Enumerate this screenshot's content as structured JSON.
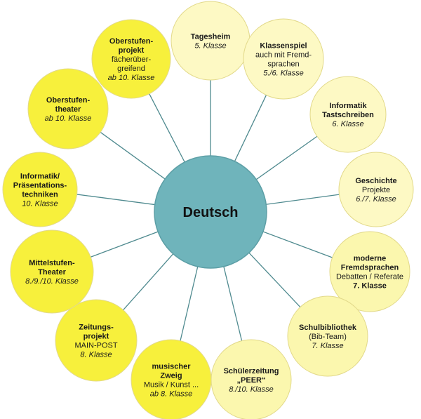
{
  "center": {
    "label": "Deutsch",
    "color": "#6fb4bb"
  },
  "colors": {
    "yellow": "#f7f03c",
    "light_yellow": "#fbf7ae",
    "pale_yellow": "#fdf9c4",
    "connector": "#4f8a8f"
  },
  "nodes": [
    {
      "id": "tagesheim",
      "lines": [
        {
          "t": "Tagesheim",
          "s": "b"
        },
        {
          "t": "5. Klasse",
          "s": "i"
        }
      ]
    },
    {
      "id": "klassenspiel",
      "lines": [
        {
          "t": "Klassenspiel",
          "s": "b"
        },
        {
          "t": "auch mit Fremd-",
          "s": "n"
        },
        {
          "t": "sprachen",
          "s": "n"
        },
        {
          "t": "5./6. Klasse",
          "s": "i"
        }
      ]
    },
    {
      "id": "informatik-tastschreiben",
      "lines": [
        {
          "t": "Informatik",
          "s": "b"
        },
        {
          "t": "Tastschreiben",
          "s": "b"
        },
        {
          "t": "6. Klasse",
          "s": "i"
        }
      ]
    },
    {
      "id": "geschichte",
      "lines": [
        {
          "t": "Geschichte",
          "s": "b"
        },
        {
          "t": "Projekte",
          "s": "n"
        },
        {
          "t": "6./7. Klasse",
          "s": "i"
        }
      ]
    },
    {
      "id": "moderne-fremdsprachen",
      "lines": [
        {
          "t": "moderne",
          "s": "b"
        },
        {
          "t": "Fremdsprachen",
          "s": "b"
        },
        {
          "t": "Debatten / Referate",
          "s": "n"
        },
        {
          "t": "7. Klasse",
          "s": "b"
        }
      ]
    },
    {
      "id": "schulbibliothek",
      "lines": [
        {
          "t": "Schulbibliothek",
          "s": "b"
        },
        {
          "t": "(Bib-Team)",
          "s": "n"
        },
        {
          "t": "7. Klasse",
          "s": "i"
        }
      ]
    },
    {
      "id": "schuelerzeitung",
      "lines": [
        {
          "t": "Schülerzeitung",
          "s": "b"
        },
        {
          "t": "„PEER“",
          "s": "b"
        },
        {
          "t": "8./10. Klasse",
          "s": "i"
        }
      ]
    },
    {
      "id": "musischer-zweig",
      "lines": [
        {
          "t": "musischer",
          "s": "b"
        },
        {
          "t": "Zweig",
          "s": "b"
        },
        {
          "t": "Musik / Kunst ...",
          "s": "n"
        },
        {
          "t": "ab 8. Klasse",
          "s": "i"
        }
      ]
    },
    {
      "id": "zeitungsprojekt",
      "lines": [
        {
          "t": "Zeitungs-",
          "s": "b"
        },
        {
          "t": "projekt",
          "s": "b"
        },
        {
          "t": "MAIN-POST",
          "s": "n"
        },
        {
          "t": "8. Klasse",
          "s": "i"
        }
      ]
    },
    {
      "id": "mittelstufen-theater",
      "lines": [
        {
          "t": "Mittelstufen-",
          "s": "b"
        },
        {
          "t": "Theater",
          "s": "b"
        },
        {
          "t": "8./9./10. Klasse",
          "s": "i"
        }
      ]
    },
    {
      "id": "informatik-praesentation",
      "lines": [
        {
          "t": "Informatik/",
          "s": "b"
        },
        {
          "t": "Präsentations-",
          "s": "b"
        },
        {
          "t": "techniken",
          "s": "b"
        },
        {
          "t": "10. Klasse",
          "s": "i"
        }
      ]
    },
    {
      "id": "oberstufen-theater",
      "lines": [
        {
          "t": "Oberstufen-",
          "s": "b"
        },
        {
          "t": "theater",
          "s": "b"
        },
        {
          "t": "ab 10. Klasse",
          "s": "i"
        }
      ]
    },
    {
      "id": "oberstufen-projekt",
      "lines": [
        {
          "t": "Oberstufen-",
          "s": "b"
        },
        {
          "t": "projekt",
          "s": "b"
        },
        {
          "t": "fächerüber-",
          "s": "n"
        },
        {
          "t": "greifend",
          "s": "n"
        },
        {
          "t": "ab 10. Klasse",
          "s": "i"
        }
      ]
    }
  ]
}
